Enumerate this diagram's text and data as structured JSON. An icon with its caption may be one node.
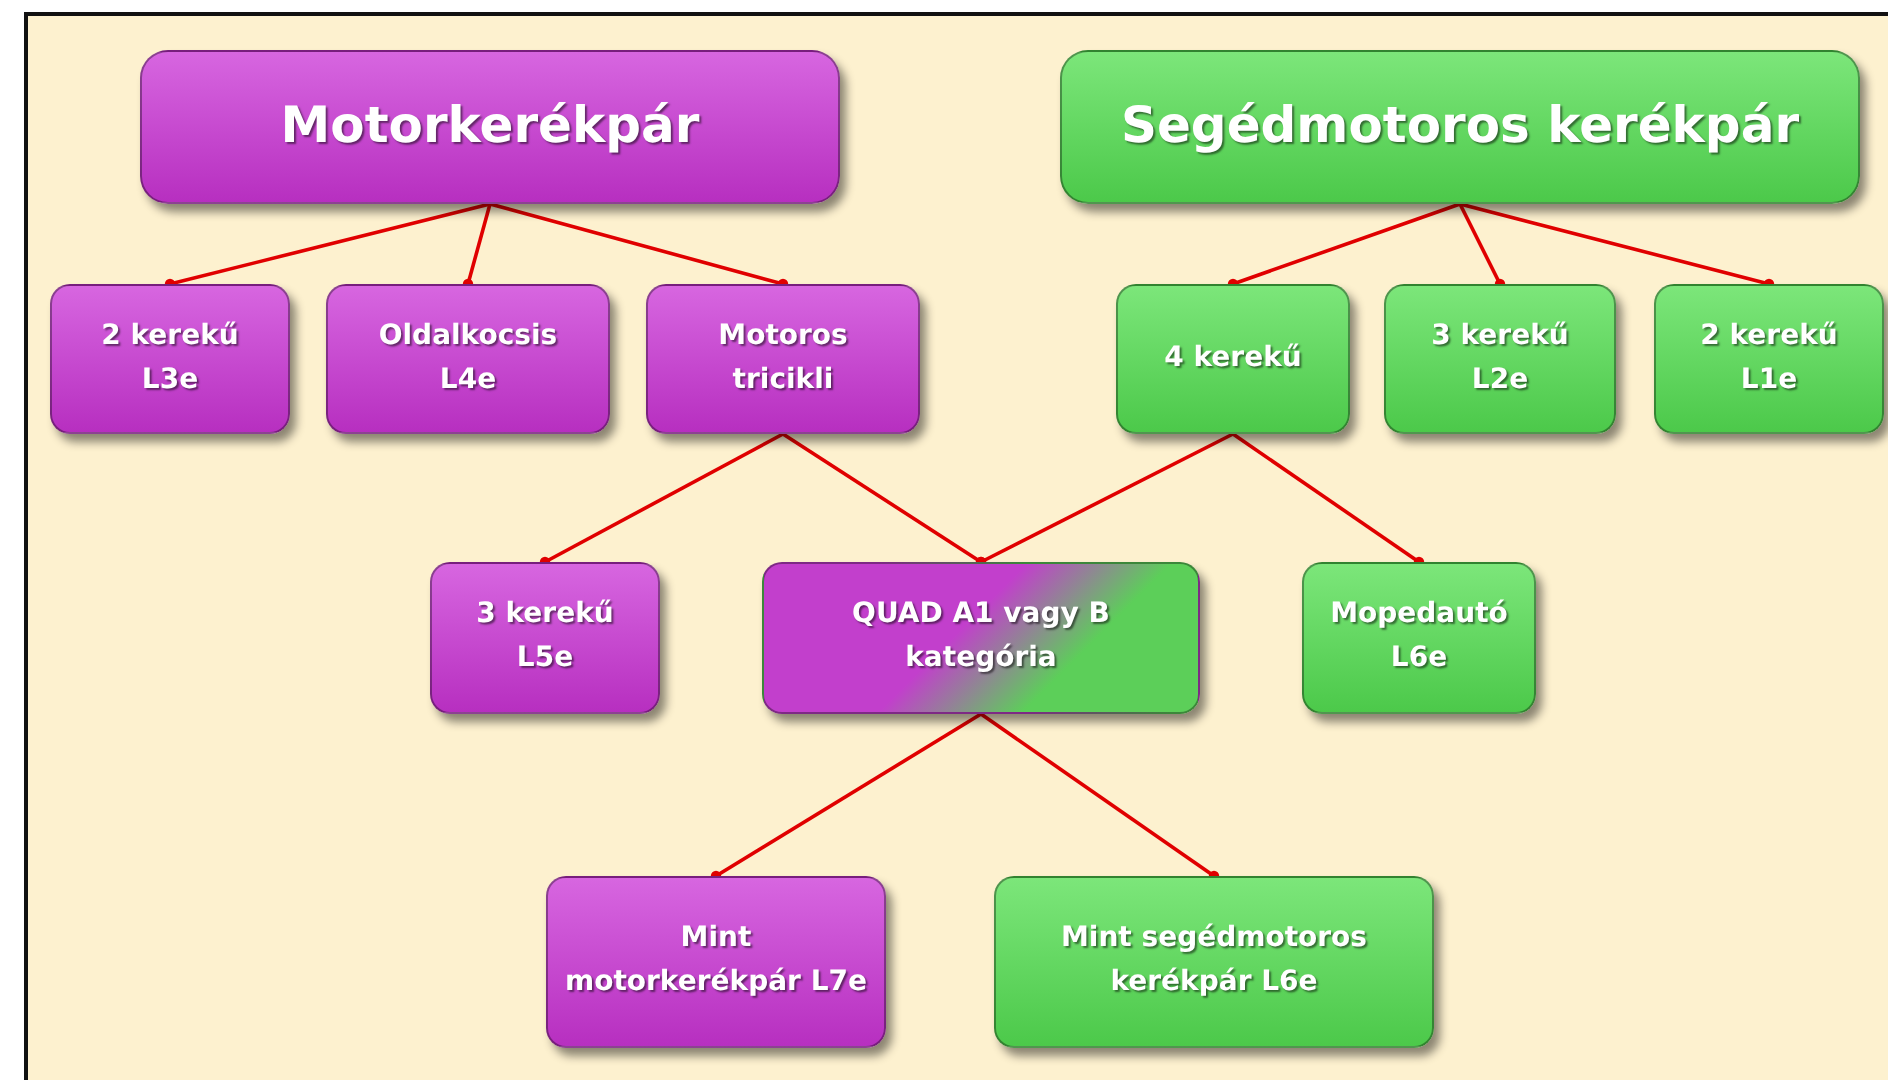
{
  "diagram": {
    "nodes": [
      {
        "text": [
          "Motorkerékpár"
        ]
      },
      {
        "text": [
          "Segédmotoros kerékpár"
        ]
      },
      {
        "text": [
          "2 kerekű L3e"
        ]
      },
      {
        "text": [
          "Oldalkocsis L4e"
        ]
      },
      {
        "text": [
          "Motoros tricikli"
        ]
      },
      {
        "text": [
          "4 kerekű"
        ]
      },
      {
        "text": [
          "3 kerekű L2e"
        ]
      },
      {
        "text": [
          "2 kerekű L1e"
        ]
      },
      {
        "text": [
          "3 kerekű L5e"
        ]
      },
      {
        "text": [
          "QUAD A1 vagy B kategória"
        ]
      },
      {
        "text": [
          "Mopedautó L6e"
        ]
      },
      {
        "text": [
          "Mint motorkerékpár L7e"
        ]
      },
      {
        "text": [
          "Mint segédmotoros kerékpár L6e"
        ]
      }
    ],
    "edges": [
      {
        "from": 0,
        "to": 2,
        "arrow": "other"
      },
      {
        "from": 0,
        "to": 3,
        "arrow": "other"
      },
      {
        "from": 0,
        "to": 4,
        "arrow": "other"
      },
      {
        "from": 1,
        "to": 5,
        "arrow": "other"
      },
      {
        "from": 1,
        "to": 6,
        "arrow": "other"
      },
      {
        "from": 1,
        "to": 7,
        "arrow": "other"
      },
      {
        "from": 4,
        "to": 8,
        "arrow": "other"
      },
      {
        "from": 4,
        "to": 9,
        "arrow": "other"
      },
      {
        "from": 5,
        "to": 9,
        "arrow": "other"
      },
      {
        "from": 5,
        "to": 10,
        "arrow": "other"
      },
      {
        "from": 9,
        "to": 11,
        "arrow": "other"
      },
      {
        "from": 9,
        "to": 12,
        "arrow": "other"
      }
    ]
  }
}
